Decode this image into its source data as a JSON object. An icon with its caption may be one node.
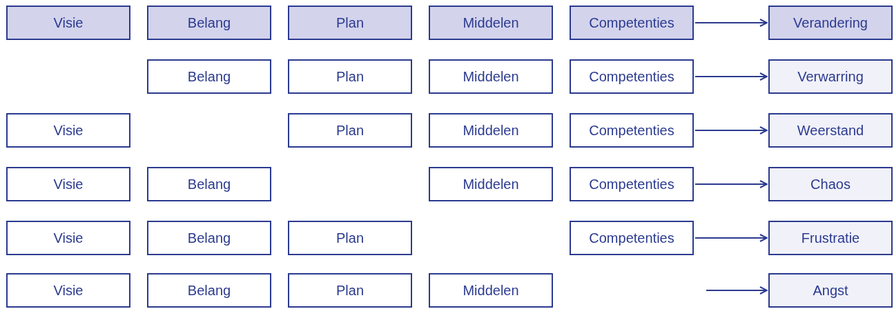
{
  "diagram": {
    "nodes": [
      {
        "text": [
          "Visie"
        ]
      },
      {
        "text": [
          "Belang"
        ]
      },
      {
        "text": [
          "Plan"
        ]
      },
      {
        "text": [
          "Middelen"
        ]
      },
      {
        "text": [
          "Competenties"
        ]
      },
      {
        "text": [
          "Verandering"
        ]
      },
      {
        "text": [
          "Belang"
        ]
      },
      {
        "text": [
          "Plan"
        ]
      },
      {
        "text": [
          "Middelen"
        ]
      },
      {
        "text": [
          "Competenties"
        ]
      },
      {
        "text": [
          "Verwarring"
        ]
      },
      {
        "text": [
          "Visie"
        ]
      },
      {
        "text": [
          "Plan"
        ]
      },
      {
        "text": [
          "Middelen"
        ]
      },
      {
        "text": [
          "Competenties"
        ]
      },
      {
        "text": [
          "Weerstand"
        ]
      },
      {
        "text": [
          "Visie"
        ]
      },
      {
        "text": [
          "Belang"
        ]
      },
      {
        "text": [
          "Middelen"
        ]
      },
      {
        "text": [
          "Competenties"
        ]
      },
      {
        "text": [
          "Chaos"
        ]
      },
      {
        "text": [
          "Visie"
        ]
      },
      {
        "text": [
          "Belang"
        ]
      },
      {
        "text": [
          "Plan"
        ]
      },
      {
        "text": [
          "Competenties"
        ]
      },
      {
        "text": [
          "Frustratie"
        ]
      },
      {
        "text": [
          "Visie"
        ]
      },
      {
        "text": [
          "Belang"
        ]
      },
      {
        "text": [
          "Plan"
        ]
      },
      {
        "text": [
          "Middelen"
        ]
      },
      {
        "text": [
          "Angst"
        ]
      }
    ],
    "edges": [
      {
        "from": 4,
        "to": 5,
        "arrow": "to"
      },
      {
        "from": 9,
        "to": 10,
        "arrow": "to"
      },
      {
        "from": 14,
        "to": 15,
        "arrow": "to"
      },
      {
        "from": 19,
        "to": 20,
        "arrow": "to"
      },
      {
        "from": 24,
        "to": 25,
        "arrow": "to"
      },
      {
        "from": null,
        "to": 30,
        "arrow": "to"
      }
    ]
  }
}
